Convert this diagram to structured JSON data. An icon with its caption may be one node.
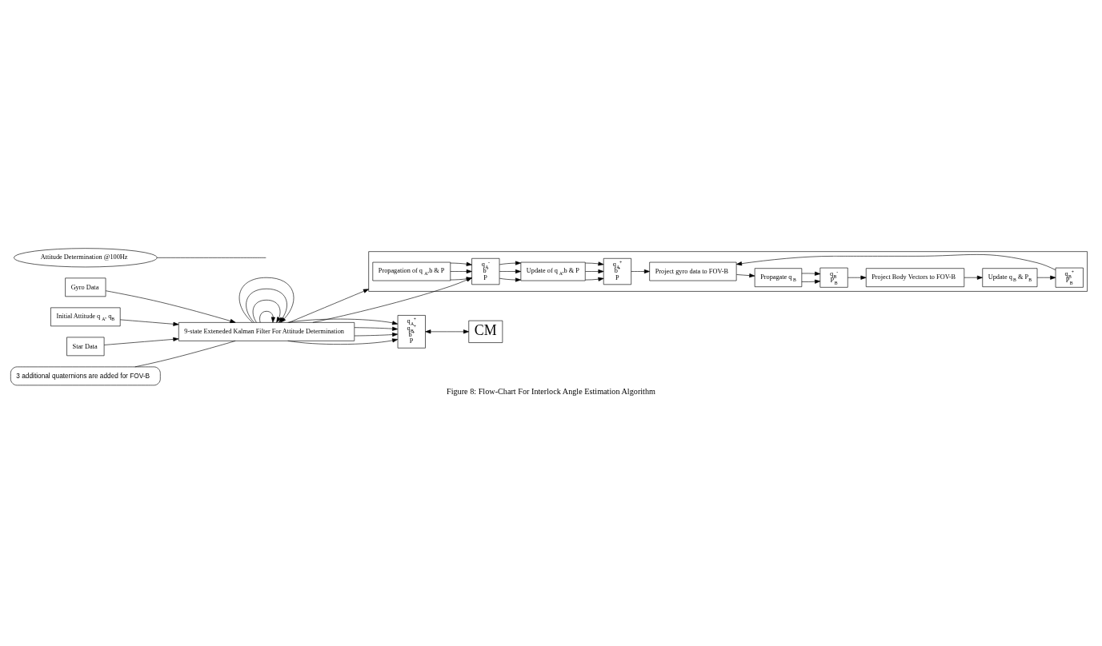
{
  "diagram": {
    "caption": "Figure 8: Flow-Chart For Interlock Angle Estimation Algorithm",
    "nodes": [
      {
        "text": [
          "Gyro Data"
        ]
      },
      {
        "text": [
          "Initial Attitude q$_{A}$, q$_{B}$"
        ]
      },
      {
        "text": [
          "Star Data"
        ]
      },
      {
        "text": [
          "9-state Exteneded Kalman Filter For Attitude Determination"
        ]
      },
      {
        "text": [
          "q$_{A}$$^{+}$",
          "q$_{B}$$^{+}$",
          "b$^{+}$",
          "P"
        ]
      },
      {
        "text": [
          "CM"
        ]
      },
      {
        "text": [
          "3 additional quaternions are added for FOV-B"
        ]
      },
      {
        "text": [
          "Attitude Determination @100Hz"
        ]
      },
      {
        "text": [],
        "shape": "box"
      },
      {
        "text": [
          "Propagation of q$_{A}$,b & P"
        ],
        "in": 8
      },
      {
        "text": [
          "q$_{A}$$^{-}$",
          "b$^{-}$",
          "P"
        ],
        "in": 8
      },
      {
        "text": [
          "Update of q$_{A}$,b & P"
        ],
        "in": 8
      },
      {
        "text": [
          "q$_{A}$$^{+}$",
          "b$^{+}$",
          "P"
        ],
        "in": 8
      },
      {
        "text": [
          "Project gyro data to FOV-B"
        ],
        "in": 8
      },
      {
        "text": [
          "Propagate q$_{B}$"
        ],
        "in": 8
      },
      {
        "text": [
          "q$_{B}$$^{-}$",
          "P$_{B}$"
        ],
        "in": 8
      },
      {
        "text": [
          "Project Body Vectors to FOV-B"
        ],
        "in": 8
      },
      {
        "text": [
          "Update q$_{B}$ & P$_{B}$"
        ],
        "in": 8
      },
      {
        "text": [
          "q$_{B}$$^{+}$",
          "P$_{B}$"
        ],
        "in": 8
      }
    ],
    "edges": [
      {
        "from": 0,
        "to": 3,
        "arrow": "to"
      },
      {
        "from": 1,
        "to": 3,
        "arrow": "to"
      },
      {
        "from": 2,
        "to": 3,
        "arrow": "to"
      },
      {
        "from": 3,
        "to": 3,
        "arrow": "to"
      },
      {
        "from": 3,
        "to": 3,
        "arrow": "to"
      },
      {
        "from": 3,
        "to": 3,
        "arrow": "to"
      },
      {
        "from": 3,
        "to": 3,
        "arrow": "to"
      },
      {
        "from": 3,
        "to": 4,
        "arrow": "to"
      },
      {
        "from": 3,
        "to": 4,
        "arrow": "to"
      },
      {
        "from": 3,
        "to": 4,
        "arrow": "to"
      },
      {
        "from": 3,
        "to": 4,
        "arrow": "to"
      },
      {
        "from": 4,
        "to": 5,
        "arrow": "both"
      },
      {
        "from": 6,
        "to": 3,
        "arrow": "none"
      },
      {
        "from": 7,
        "to": null,
        "arrow": "none"
      },
      {
        "from": 3,
        "to": 10,
        "arrow": "to"
      },
      {
        "from": 3,
        "to": 8,
        "arrow": "to"
      },
      {
        "from": 9,
        "to": 10,
        "arrow": "to"
      },
      {
        "from": 9,
        "to": 10,
        "arrow": "to"
      },
      {
        "from": 9,
        "to": 10,
        "arrow": "to"
      },
      {
        "from": 10,
        "to": 11,
        "arrow": "to"
      },
      {
        "from": 10,
        "to": 11,
        "arrow": "to"
      },
      {
        "from": 10,
        "to": 11,
        "arrow": "to"
      },
      {
        "from": 11,
        "to": 12,
        "arrow": "to"
      },
      {
        "from": 11,
        "to": 12,
        "arrow": "to"
      },
      {
        "from": 11,
        "to": 12,
        "arrow": "to"
      },
      {
        "from": 12,
        "to": 13,
        "arrow": "to"
      },
      {
        "from": 13,
        "to": 14,
        "arrow": "to"
      },
      {
        "from": 14,
        "to": 15,
        "arrow": "to"
      },
      {
        "from": 14,
        "to": 15,
        "arrow": "to"
      },
      {
        "from": 15,
        "to": 16,
        "arrow": "to"
      },
      {
        "from": 16,
        "to": 17,
        "arrow": "to"
      },
      {
        "from": 17,
        "to": 18,
        "arrow": "to"
      },
      {
        "from": 18,
        "to": 13,
        "arrow": "to"
      }
    ]
  }
}
